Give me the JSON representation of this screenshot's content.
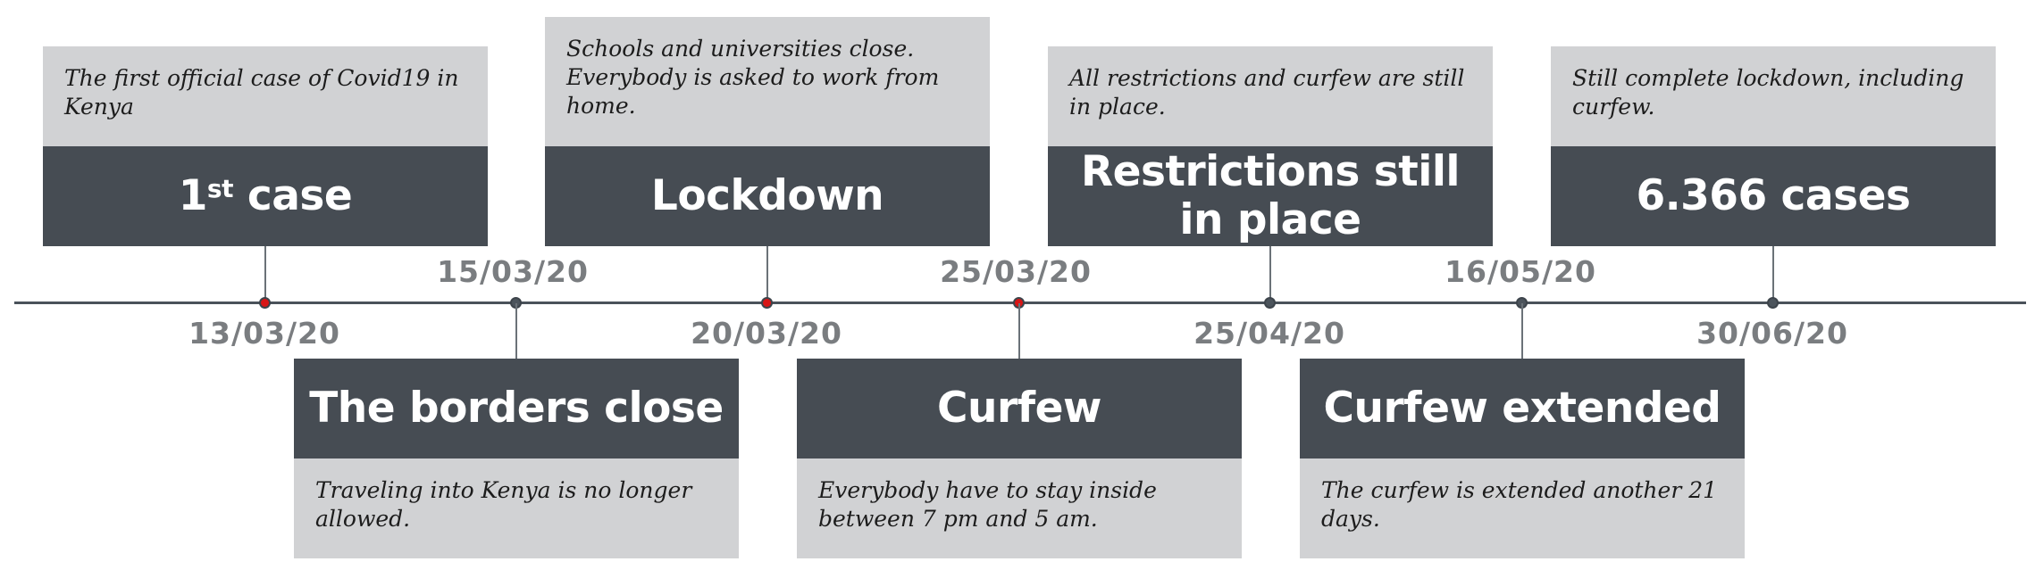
{
  "timeline": {
    "events": [
      {
        "date": "13/03/20",
        "title": "1",
        "title_sup": "st",
        "title_rest": " case",
        "description": "The first official case of Covid19 in Kenya",
        "marker_color": "#d81616"
      },
      {
        "date": "15/03/20",
        "title": "The borders close",
        "description": "Traveling into Kenya is no longer allowed.",
        "marker_color": "#4c545c"
      },
      {
        "date": "20/03/20",
        "title": "Lockdown",
        "description": "Schools and universities close. Everybody is asked to work from home.",
        "marker_color": "#d81616"
      },
      {
        "date": "25/03/20",
        "title": "Curfew",
        "description": "Everybody have to stay inside between 7 pm and 5 am.",
        "marker_color": "#d81616"
      },
      {
        "date": "25/04/20",
        "title": "Restrictions still in place",
        "description": "All restrictions and curfew are still in place.",
        "marker_color": "#4c545c"
      },
      {
        "date": "16/05/20",
        "title": "Curfew extended",
        "description": "The curfew is extended another 21 days.",
        "marker_color": "#4c545c"
      },
      {
        "date": "30/06/20",
        "title": "6.366 cases",
        "description": "Still complete lockdown, including curfew.",
        "marker_color": "#4c545c"
      }
    ]
  },
  "colors": {
    "title_box": "#464c53",
    "description_box": "#d1d2d4",
    "date_text": "#7a7d80",
    "axis": "#4a525a"
  }
}
